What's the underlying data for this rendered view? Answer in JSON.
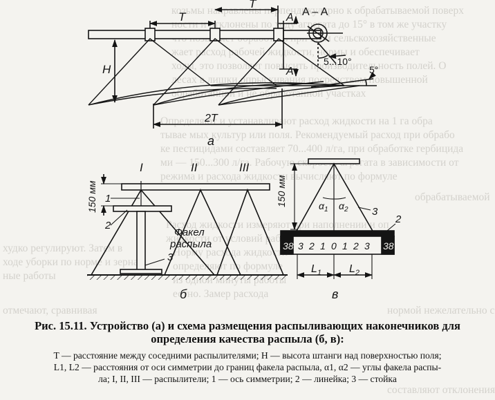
{
  "bleed_lines": [
    "козьмы направлены перпендикулярно к обрабатываемой поверх",
    "ности и отклонены по ходу агрегата до 15° в том же участку",
    "что позволяет обработать при этом сельскохозяйственные",
    "жает расход рабочей жидкости, нормы и обеспечивает",
    "ходы, это позволяет повысить производительность полей. О",
    "лесах в лишки опрыскивания посредством повышенной",
    "обработанной и не обработанной участках",
    "Определяют и устанавливают расход жидкости на 1 га обра",
    "тывае мых культур или поля. Рекомендуемый расход при обрабо",
    "ке пестицидами составляет 70...400 л/га, при обработке гербицида",
    "ми — 150...300 л/га. Рабочую скорость агрегата в зависимости от",
    "режима и расхода жидкости вычисляют по формуле",
    "обрабатываемой",
    "Расход жидкости измеряют при наполнении и оп",
    "жидкости от условий работы агрегата",
    "худко регулируют. Затем в",
    "ходе уборки по норме и зерна",
    "ные работы",
    "Норму расхода жидкости",
    "определяют по формуле",
    "из одной минуты работы",
    "естно. Замер расхода",
    "отмечают, сравнивая",
    "нормой нежелательно с",
    "составляют отклонения"
  ],
  "diagram_a": {
    "label_T_top": "T",
    "label_T": "T",
    "label_A_top": "A",
    "label_A_bottom": "A",
    "section_label": "A – A",
    "angle_5_10": "5...10°",
    "angle_5": "5°",
    "label_H": "H",
    "label_2T": "2T",
    "panel_label": "а"
  },
  "diagram_b": {
    "roman_I": "I",
    "roman_II": "II",
    "roman_III": "III",
    "height_label": "150 мм",
    "num_1": "1",
    "num_2": "2",
    "num_3": "3",
    "torch_line1": "Факел",
    "torch_line2": "распыла",
    "panel_label": "б"
  },
  "diagram_v": {
    "height_label": "150 мм",
    "alpha1": "α",
    "alpha1_sub": "1",
    "alpha2": "α",
    "alpha2_sub": "2",
    "num_2": "2",
    "num_3": "3",
    "ruler_marks": [
      "38",
      "3",
      "2",
      "1",
      "0",
      "1",
      "2",
      "3",
      "38"
    ],
    "L1": "L",
    "L1_sub": "1",
    "L2": "L",
    "L2_sub": "2",
    "panel_label": "в"
  },
  "caption": {
    "title_line1": "Рис. 15.11. Устройство (а) и схема размещения распыливающих наконечников для",
    "title_line2": "определения качества распыла (б, в):",
    "legend_line1": "T — расстояние между соседними распылителями; H — высота штанги над поверхностью поля;",
    "legend_line2": "L1, L2 — расстояния от оси симметрии до границ факела распыла, α1, α2 — углы факела распы-",
    "legend_line3": "ла; I, II, III — распылители; 1 — ось симметрии; 2 — линейка; 3 — стойка"
  }
}
